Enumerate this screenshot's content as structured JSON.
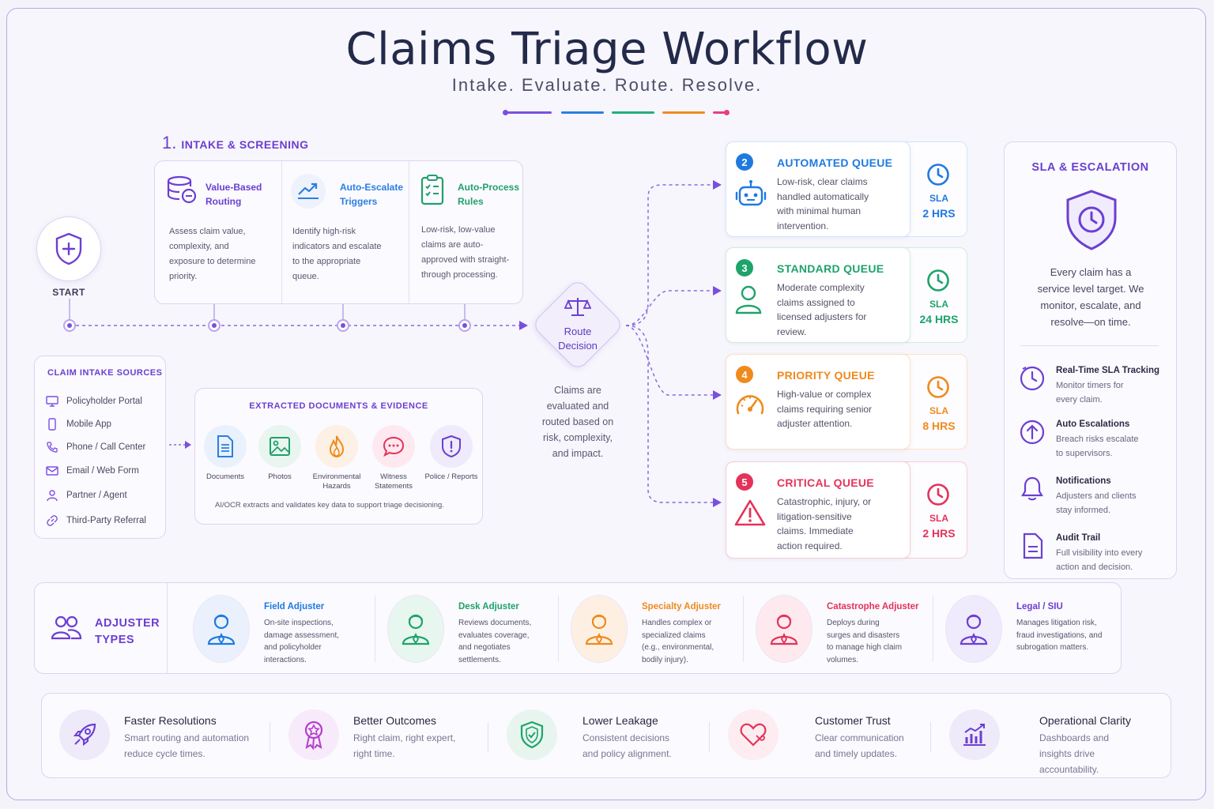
{
  "header": {
    "title": "Claims Triage Workflow",
    "subtitle": "Intake. Evaluate. Route. Resolve.",
    "accent_colors": [
      "#7a4fe0",
      "#2a7fe0",
      "#22b07a",
      "#f08a24",
      "#e83f7f"
    ]
  },
  "start": {
    "label": "START",
    "icon": "shield-plus-icon"
  },
  "intake": {
    "number": "1.",
    "title": "INTAKE & SCREENING",
    "cards": [
      {
        "title": "Value-Based Routing",
        "text": "Assess claim value, complexity, and exposure to determine priority.",
        "icon": "database-icon"
      },
      {
        "title": "Auto-Escalate Triggers",
        "text": "Identify high-risk indicators and escalate to the appropriate queue.",
        "icon": "trend-up-icon"
      },
      {
        "title": "Auto-Process Rules",
        "text": "Low-risk, low-value claims are auto-approved with straight-through processing.",
        "icon": "checklist-icon"
      }
    ]
  },
  "route": {
    "label": "Route Decision",
    "icon": "scales-icon",
    "caption": "Claims are evaluated and routed based on risk, complexity, and impact."
  },
  "sources": {
    "title": "CLAIM INTAKE SOURCES",
    "items": [
      {
        "label": "Policyholder Portal",
        "icon": "monitor-icon"
      },
      {
        "label": "Mobile App",
        "icon": "phone-device-icon"
      },
      {
        "label": "Phone / Call Center",
        "icon": "telephone-icon"
      },
      {
        "label": "Email / Web Form",
        "icon": "envelope-icon"
      },
      {
        "label": "Partner / Agent",
        "icon": "person-icon"
      },
      {
        "label": "Third-Party Referral",
        "icon": "link-icon"
      }
    ]
  },
  "documents": {
    "title": "EXTRACTED DOCUMENTS & EVIDENCE",
    "items": [
      {
        "label": "Documents",
        "icon": "document-icon"
      },
      {
        "label": "Photos",
        "icon": "photo-icon"
      },
      {
        "label": "Environmental Hazards",
        "icon": "flame-icon"
      },
      {
        "label": "Witness Statements",
        "icon": "chat-bubble-icon"
      },
      {
        "label": "Police / Reports",
        "icon": "badge-alert-icon"
      }
    ],
    "footer": "AI/OCR extracts and validates key data to support triage decisioning."
  },
  "queues": [
    {
      "num": "2",
      "title": "AUTOMATED QUEUE",
      "text": "Low-risk, clear claims handled automatically with minimal human intervention.",
      "sla_label": "SLA",
      "sla_value": "2 HRS",
      "color": "#1f7ae0",
      "icon": "robot-icon"
    },
    {
      "num": "3",
      "title": "STANDARD QUEUE",
      "text": "Moderate complexity claims assigned to licensed adjusters for review.",
      "sla_label": "SLA",
      "sla_value": "24 HRS",
      "color": "#1ea36b",
      "icon": "user-icon"
    },
    {
      "num": "4",
      "title": "PRIORITY QUEUE",
      "text": "High-value or complex claims requiring senior adjuster attention.",
      "sla_label": "SLA",
      "sla_value": "8 HRS",
      "color": "#ef8a1c",
      "icon": "gauge-icon"
    },
    {
      "num": "5",
      "title": "CRITICAL QUEUE",
      "text": "Catastrophic, injury, or litigation-sensitive claims. Immediate action required.",
      "sla_label": "SLA",
      "sla_value": "2 HRS",
      "color": "#e3335a",
      "icon": "warning-icon"
    }
  ],
  "sla_panel": {
    "title": "SLA & ESCALATION",
    "intro": "Every claim has a service level target. We monitor, escalate, and resolve—on time.",
    "items": [
      {
        "title": "Real-Time SLA Tracking",
        "text": "Monitor timers for every claim.",
        "icon": "clock-icon"
      },
      {
        "title": "Auto Escalations",
        "text": "Breach risks escalate to supervisors.",
        "icon": "arrow-up-circle-icon"
      },
      {
        "title": "Notifications",
        "text": "Adjusters and clients stay informed.",
        "icon": "bell-icon"
      },
      {
        "title": "Audit Trail",
        "text": "Full visibility into every action and decision.",
        "icon": "file-icon"
      }
    ]
  },
  "adjusters": {
    "title": "ADJUSTER TYPES",
    "items": [
      {
        "name": "Field Adjuster",
        "text": "On-site inspections, damage assessment, and policyholder interactions.",
        "color": "#1f7ae0"
      },
      {
        "name": "Desk Adjuster",
        "text": "Reviews documents, evaluates coverage, and negotiates settlements.",
        "color": "#1ea36b"
      },
      {
        "name": "Specialty Adjuster",
        "text": "Handles complex or specialized claims (e.g., environmental, bodily injury).",
        "color": "#ef8a1c"
      },
      {
        "name": "Catastrophe Adjuster",
        "text": "Deploys during surges and disasters to manage high claim volumes.",
        "color": "#e3335a"
      },
      {
        "name": "Legal / SIU",
        "text": "Manages litigation risk, fraud investigations, and subrogation matters.",
        "color": "#6b3fd1"
      }
    ]
  },
  "benefits": [
    {
      "title": "Faster Resolutions",
      "text": "Smart routing and automation reduce cycle times.",
      "icon": "rocket-icon"
    },
    {
      "title": "Better Outcomes",
      "text": "Right claim, right expert, right time.",
      "icon": "award-icon"
    },
    {
      "title": "Lower Leakage",
      "text": "Consistent decisions and policy alignment.",
      "icon": "shield-check-icon"
    },
    {
      "title": "Customer Trust",
      "text": "Clear communication and timely updates.",
      "icon": "heart-icon"
    },
    {
      "title": "Operational Clarity",
      "text": "Dashboards and insights drive accountability.",
      "icon": "bar-chart-icon"
    }
  ]
}
